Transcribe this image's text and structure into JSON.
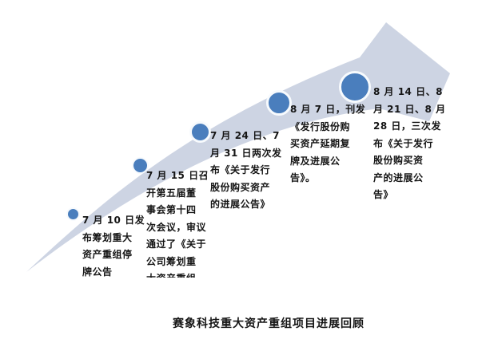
{
  "title": {
    "text": "赛象科技重大资产重组项目进展回顾"
  },
  "colors": {
    "band": "#cdd4e3",
    "node": "#4a7ebd",
    "node_ring": "#f7fafd",
    "text": "#151515"
  },
  "timeline": {
    "type": "milestone-arrow",
    "direction": "bottom-left to top-right",
    "milestones": [
      {
        "order": 1,
        "label_lines": [
          "7 月 10 日发",
          "布筹划重大",
          "资产重组停",
          "牌公告"
        ]
      },
      {
        "order": 2,
        "label_lines": [
          "7 月 15 日召",
          "开第五届董",
          "事会第十四",
          "次会议，审议",
          "通过了《关于",
          "公司筹划重",
          "大资产重组"
        ]
      },
      {
        "order": 3,
        "label_lines": [
          "7 月 24 日、7",
          "月 31 日两次发",
          "布《关于发行",
          "股份购买资产",
          "的进展公告》"
        ]
      },
      {
        "order": 4,
        "label_lines": [
          "8 月 7 日，刊发",
          "《发行股份购",
          "买资产延期复",
          "牌及进展公",
          "告》。"
        ]
      },
      {
        "order": 5,
        "label_lines": [
          "8 月 14 日、8",
          "月 21 日、8 月",
          "28 日，三次发",
          "布《关于发行",
          "股份购买资",
          "产的进展公",
          "告》"
        ]
      }
    ]
  }
}
